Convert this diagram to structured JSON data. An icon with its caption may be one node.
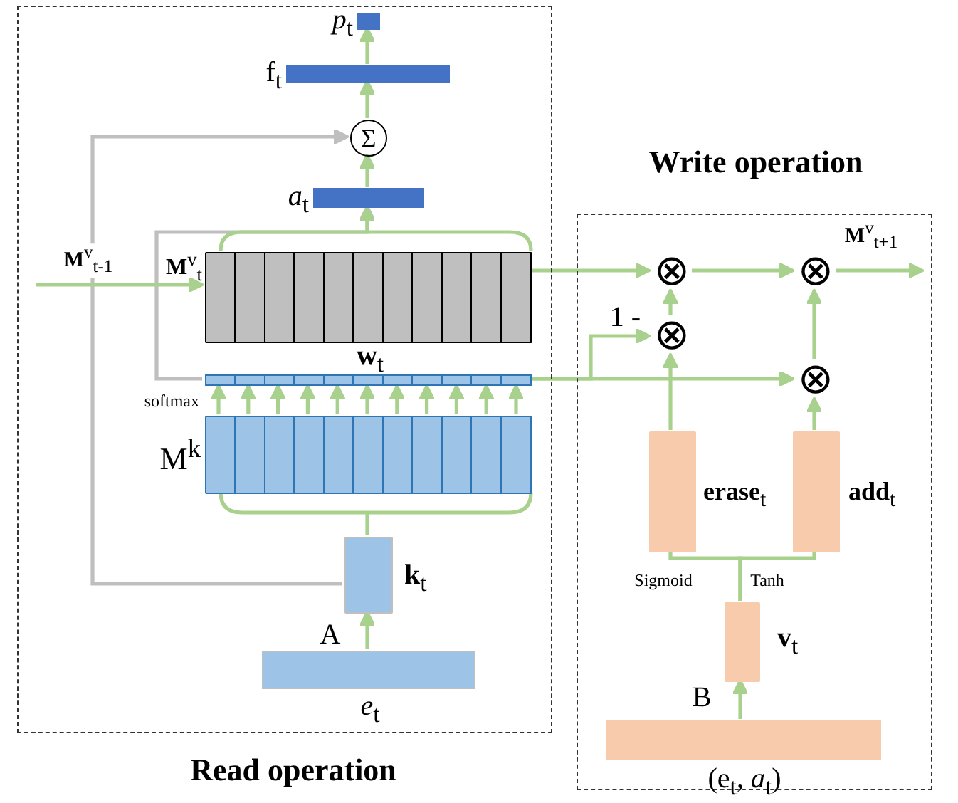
{
  "diagram": {
    "nodes": [
      {
        "text": [
          "Read operation"
        ]
      },
      {
        "text": [],
        "shape": "bar",
        "in": 0,
        "beside": [
          "*p*$_{t}$"
        ]
      },
      {
        "text": [],
        "shape": "bar",
        "in": 0,
        "beside": [
          "f$_{t}$"
        ]
      },
      {
        "text": [
          "Σ"
        ],
        "in": 0
      },
      {
        "text": [],
        "shape": "bar",
        "in": 0,
        "beside": [
          "*a*$_{t}$"
        ]
      },
      {
        "text": [],
        "shape": "box",
        "in": 0,
        "beside": [
          "**M**$^{v}$$_{t}$"
        ]
      },
      {
        "text": [],
        "shape": "bar",
        "in": 0,
        "beside": [
          "**w**$_{t}$"
        ]
      },
      {
        "text": [],
        "shape": "box",
        "in": 0,
        "beside": [
          "M$^{k}$"
        ]
      },
      {
        "text": [],
        "shape": "box",
        "in": 0,
        "beside": [
          "**k**$_{t}$"
        ]
      },
      {
        "text": [],
        "shape": "bar",
        "in": 0,
        "beside": [
          "*e*$_{t}$"
        ]
      },
      {
        "text": [
          "Write operation"
        ]
      },
      {
        "text": [
          "⊗"
        ],
        "in": 10
      },
      {
        "text": [
          "⊗"
        ],
        "in": 10,
        "beside": [
          "1 -"
        ]
      },
      {
        "text": [
          "⊗"
        ],
        "in": 10
      },
      {
        "text": [
          "⊗"
        ],
        "in": 10
      },
      {
        "text": [],
        "shape": "box",
        "in": 10,
        "beside": [
          "**erase**$_{t}$"
        ]
      },
      {
        "text": [],
        "shape": "box",
        "in": 10,
        "beside": [
          "**add**$_{t}$"
        ]
      },
      {
        "text": [],
        "shape": "box",
        "in": 10,
        "beside": [
          "**v**$_{t}$"
        ]
      },
      {
        "text": [],
        "shape": "bar",
        "in": 10,
        "beside": [
          "(e$_{t}$, *a*$_{t}$)"
        ]
      }
    ],
    "edges": [
      {
        "from": null,
        "to": 5,
        "arrow": "to",
        "label": "**M**$^{v}$$_{t-1}$"
      },
      {
        "from": 5,
        "to": 4,
        "arrow": "to"
      },
      {
        "from": 4,
        "to": 3,
        "arrow": "to"
      },
      {
        "from": 3,
        "to": 2,
        "arrow": "to"
      },
      {
        "from": 2,
        "to": 1,
        "arrow": "to"
      },
      {
        "from": 8,
        "to": 3,
        "arrow": "to",
        "color": "#bfbfbf"
      },
      {
        "from": 6,
        "to": 4,
        "arrow": "to",
        "color": "#bfbfbf"
      },
      {
        "from": 9,
        "to": 8,
        "arrow": "to",
        "label": "A"
      },
      {
        "from": 8,
        "to": 7,
        "arrow": "none"
      },
      {
        "from": 7,
        "to": 6,
        "arrow": "to",
        "label": "softmax"
      },
      {
        "from": 5,
        "to": 11,
        "arrow": "to"
      },
      {
        "from": 6,
        "to": 12,
        "arrow": "to"
      },
      {
        "from": 6,
        "to": 14,
        "arrow": "to"
      },
      {
        "from": 12,
        "to": 11,
        "arrow": "to"
      },
      {
        "from": 11,
        "to": 13,
        "arrow": "to"
      },
      {
        "from": 14,
        "to": 13,
        "arrow": "to"
      },
      {
        "from": 13,
        "to": null,
        "arrow": "to",
        "label": "**M**$^{v}$$_{t+1}$"
      },
      {
        "from": 15,
        "to": 12,
        "arrow": "to"
      },
      {
        "from": 16,
        "to": 14,
        "arrow": "to"
      },
      {
        "from": 17,
        "to": 15,
        "arrow": "none",
        "label": "Sigmoid"
      },
      {
        "from": 17,
        "to": 16,
        "arrow": "none",
        "label": "Tanh"
      },
      {
        "from": 18,
        "to": 17,
        "arrow": "to",
        "label": "B"
      }
    ]
  }
}
